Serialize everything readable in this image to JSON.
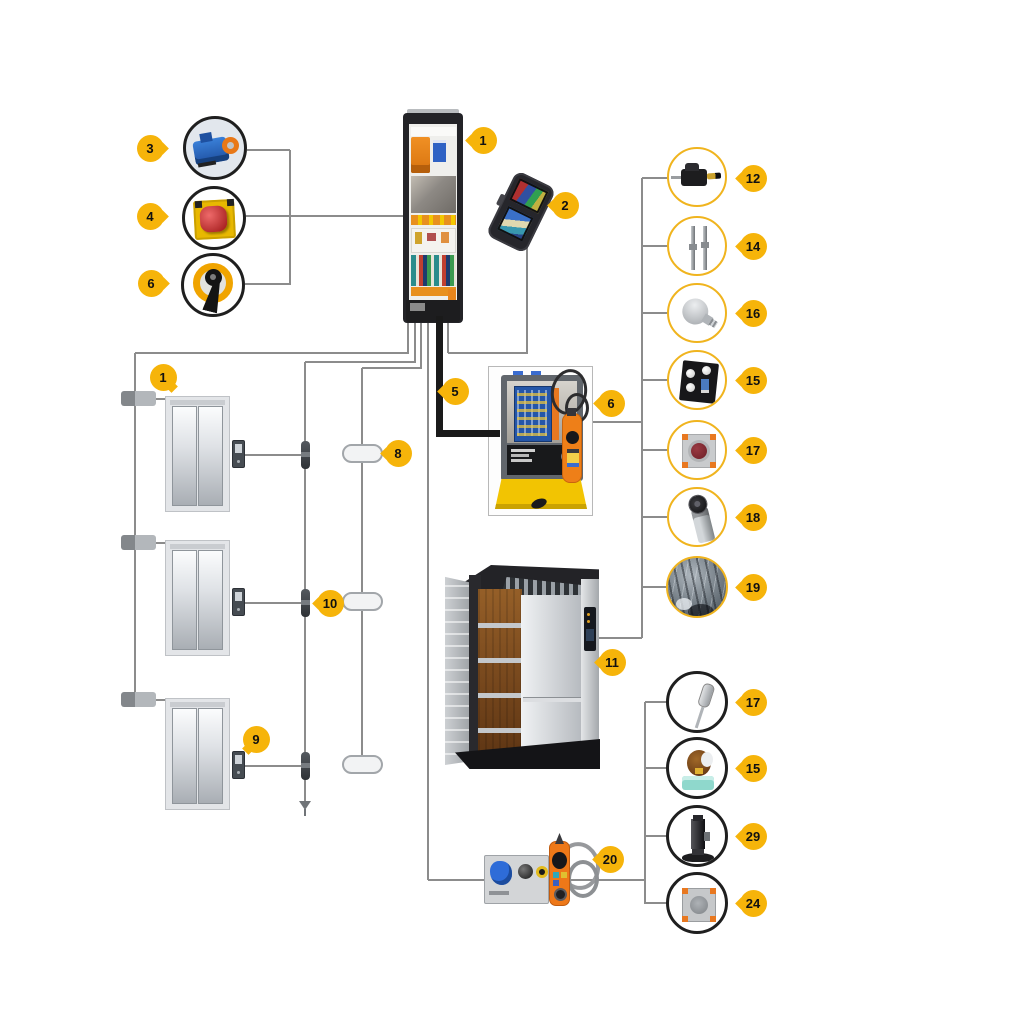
{
  "diagram": {
    "kind": "elevator-system-components-wiring-diagram",
    "colors": {
      "background": "#ffffff",
      "badge_yellow": "#F6B40A",
      "line_grey": "#8C8C8C",
      "cable_black": "#1A1A1A",
      "circle_border_black": "#1F1F1F",
      "circle_border_yellow": "#F0B41E"
    }
  },
  "badges": {
    "b3": "3",
    "b4": "4",
    "b6_left": "6",
    "b1_controller": "1",
    "b2": "2",
    "b1_doors": "1",
    "b5": "5",
    "b6_station": "6",
    "b8": "8",
    "b10": "10",
    "b9": "9",
    "b11": "11",
    "b20": "20",
    "b12": "12",
    "b14": "14",
    "b16": "16",
    "b15_upper": "15",
    "b17_upper": "17",
    "b18": "18",
    "b19": "19",
    "b17_lower": "17",
    "b15_lower": "15",
    "b29": "29",
    "b24": "24"
  }
}
